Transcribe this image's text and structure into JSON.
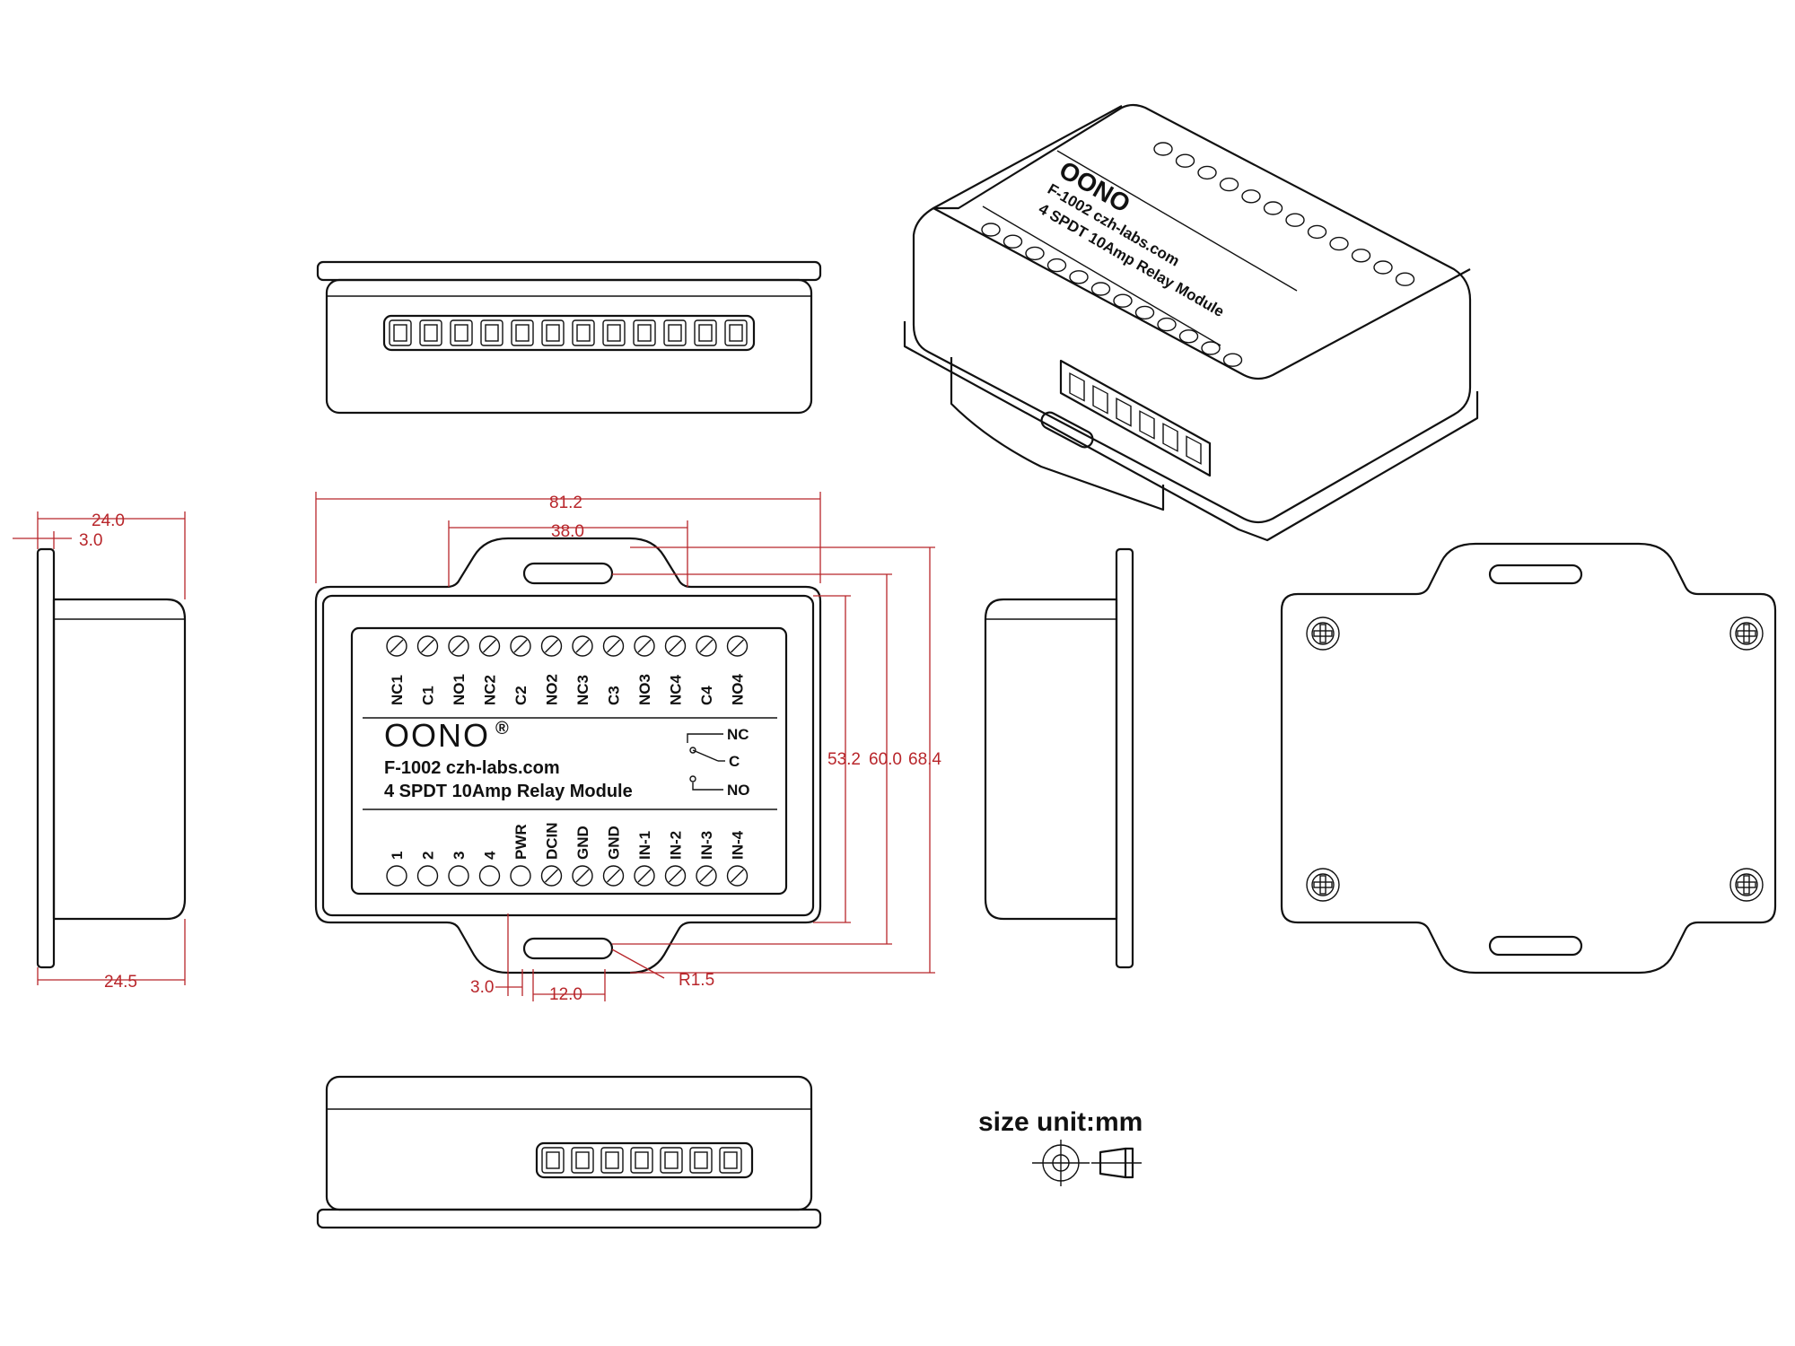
{
  "top_labels": [
    "NC1",
    "C1",
    "NO1",
    "NC2",
    "C2",
    "NO2",
    "NC3",
    "C3",
    "NO3",
    "NC4",
    "C4",
    "NO4"
  ],
  "bottom_labels": [
    "1",
    "2",
    "3",
    "4",
    "PWR",
    "DCIN",
    "GND",
    "GND",
    "IN-1",
    "IN-2",
    "IN-3",
    "IN-4"
  ],
  "brand": "OONO",
  "registered": "®",
  "model_line": "F-1002  czh-labs.com",
  "desc_line": "4 SPDT 10Amp Relay Module",
  "relay_legend": {
    "nc": "NC",
    "c": "C",
    "no": "NO"
  },
  "dimensions": {
    "width_total": "81.2",
    "tab_width": "38.0",
    "h1": "53.2",
    "h2": "60.0",
    "h3": "68.4",
    "depth_top": "24.0",
    "flange": "3.0",
    "depth_bottom": "24.5",
    "slot_offset": "3.0",
    "slot_width": "12.0",
    "radius": "R1.5"
  },
  "size_unit": "size unit:mm",
  "colors": {
    "dimension": "#b8262b",
    "outline": "#111111"
  }
}
